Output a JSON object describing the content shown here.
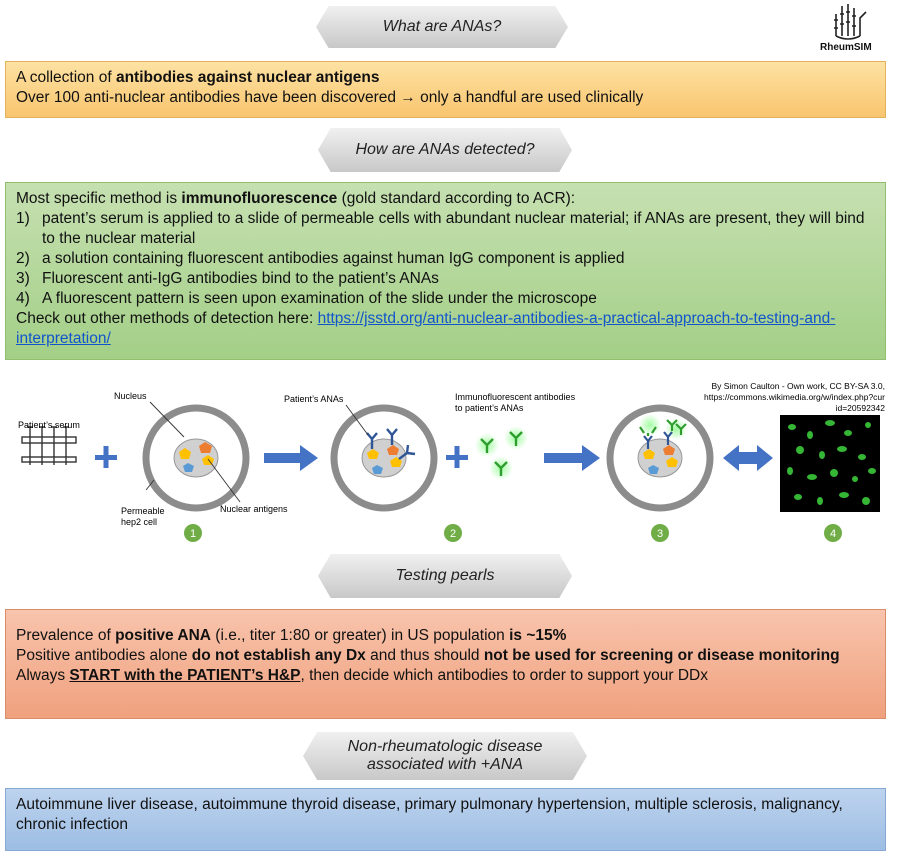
{
  "banners": {
    "what": "What are ANAs?",
    "how": "How are ANAs detected?",
    "pearls": "Testing pearls",
    "nonrheum_line1": "Non-rheumatologic disease",
    "nonrheum_line2": "associated with +ANA"
  },
  "logo": {
    "text": "RheumSIM",
    "icon": "hand-icon"
  },
  "what": {
    "line1_pre": "A collection of ",
    "line1_bold": "antibodies against nuclear antigens",
    "line2": "Over 100 anti-nuclear antibodies have been discovered → only a handful are used clinically"
  },
  "how": {
    "intro_pre": "Most specific method is ",
    "intro_bold": "immunofluorescence",
    "intro_post": " (gold standard according to ACR):",
    "steps": [
      {
        "num": "1)",
        "text": "patent’s serum is applied to a slide of permeable cells with abundant nuclear material; if ANAs are present, they will bind to the nuclear material"
      },
      {
        "num": "2)",
        "text": " a solution containing fluorescent antibodies against human IgG component is applied"
      },
      {
        "num": "3)",
        "text": " Fluorescent anti-IgG antibodies bind to the patient’s ANAs"
      },
      {
        "num": "4)",
        "text": "A fluorescent pattern is seen upon examination of the slide under the microscope"
      }
    ],
    "more_pre": "Check out other methods of detection here: ",
    "more_link": "https://jsstd.org/anti-nuclear-antibodies-a-practical-approach-to-testing-and-interpretation/"
  },
  "diagram": {
    "patients_serum": "Patient’s serum",
    "nucleus": "Nucleus",
    "permeable1": "Permeable",
    "permeable2": "hep2 cell",
    "nuclear_antigens": "Nuclear antigens",
    "patients_anas": "Patient’s ANAs",
    "immuno1": "Immunofluorescent antibodies",
    "immuno2": "to patient’s ANAs",
    "credit1": "By Simon Caulton - Own work, CC BY-SA 3.0,",
    "credit2": "https://commons.wikimedia.org/w/index.php?cur",
    "credit3": "id=20592342",
    "steps": [
      "1",
      "2",
      "3",
      "4"
    ],
    "colors": {
      "arrow": "#4472c4",
      "plus": "#4472c4",
      "step_circle": "#70ad47",
      "cell_ring": "#8c8c8c",
      "antibody_green": "#3fb63f",
      "antibody_blue": "#2f5597"
    }
  },
  "pearls": {
    "l1_pre": "Prevalence of ",
    "l1_bold1": "positive ANA",
    "l1_mid": " (i.e., titer 1:80 or greater) in US population ",
    "l1_bold2": "is ~15%",
    "l2_pre": "Positive antibodies alone ",
    "l2_bold1": "do not establish any Dx",
    "l2_mid": " and thus should ",
    "l2_bold2": "not be used for screening or disease monitoring",
    "l3_pre": "Always ",
    "l3_bold": "START with the PATIENT’s H&P",
    "l3_post": ", then decide which antibodies to order to support your DDx"
  },
  "nonrheum": {
    "text": "Autoimmune liver disease, autoimmune thyroid disease, primary pulmonary hypertension, multiple sclerosis, malignancy, chronic infection"
  }
}
